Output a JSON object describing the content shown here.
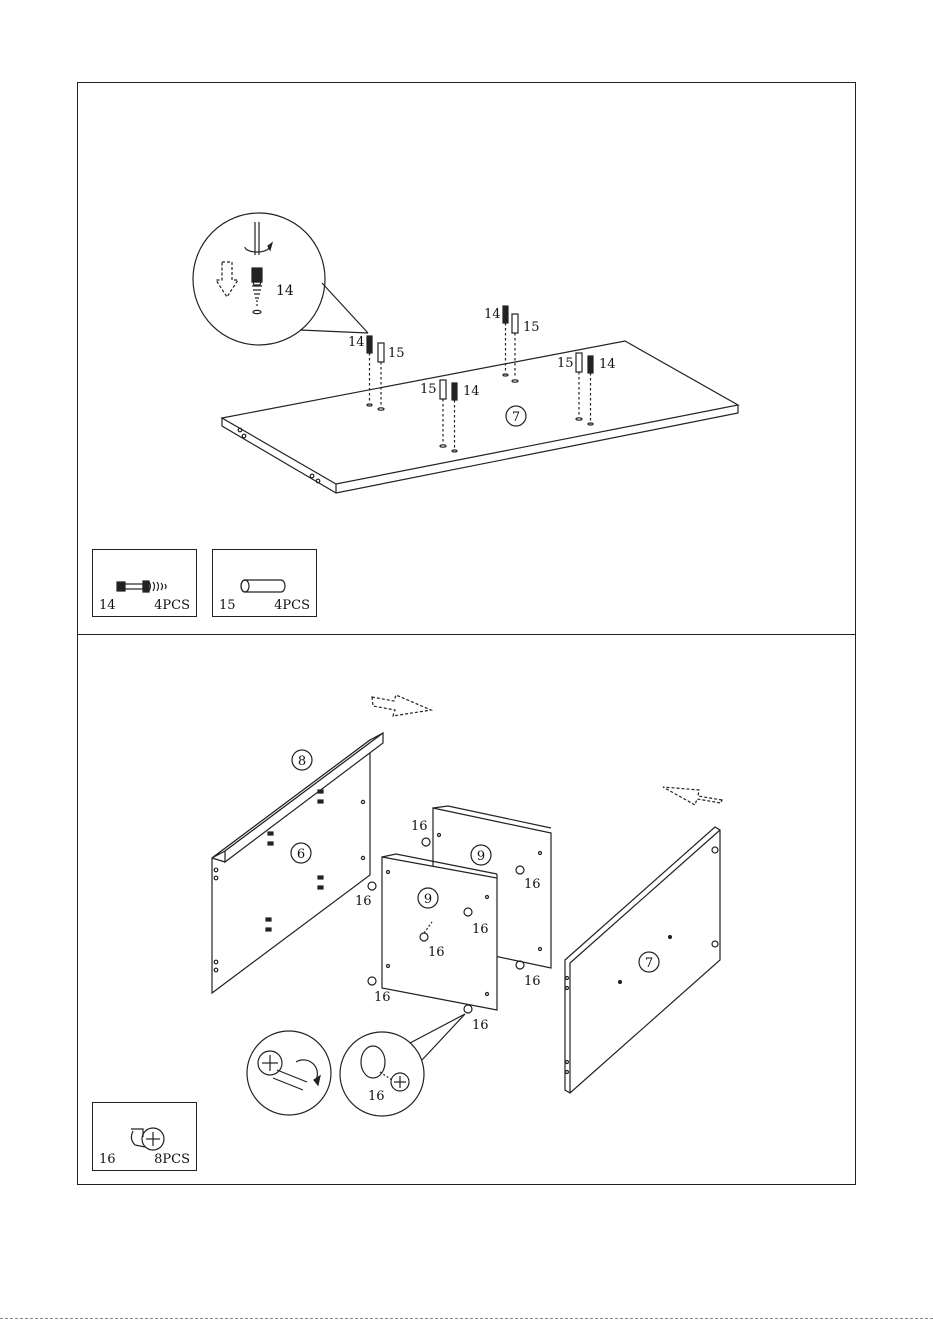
{
  "step1": {
    "callouts": {
      "zoom_dowel": "14",
      "d1_a": "14",
      "d1_b": "15",
      "d2_a": "14",
      "d2_b": "15",
      "d3_a": "15",
      "d3_b": "14",
      "d4_a": "15",
      "d4_b": "14"
    },
    "panel_label": "7",
    "parts": [
      {
        "id": "14",
        "qty": "4PCS"
      },
      {
        "id": "15",
        "qty": "4PCS"
      }
    ]
  },
  "step2": {
    "panels": {
      "top": "8",
      "side_left": "6",
      "back_a": "9",
      "back_b": "9",
      "side_right": "7"
    },
    "cam_labels": [
      "16",
      "16",
      "16",
      "16",
      "16",
      "16",
      "16",
      "16"
    ],
    "zoom_label": "16",
    "parts": [
      {
        "id": "16",
        "qty": "8PCS"
      }
    ]
  }
}
